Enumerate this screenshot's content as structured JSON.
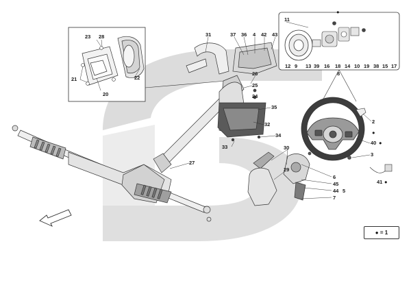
{
  "diagram": {
    "labels": {
      "n2": "2",
      "n3": "3",
      "n4": "4",
      "n5": "5",
      "n6": "6",
      "n7": "7",
      "n8": "8",
      "n9": "9",
      "n10": "10",
      "n11": "11",
      "n12": "12",
      "n13": "13",
      "n14": "14",
      "n15": "15",
      "n16": "16",
      "n17": "17",
      "n18": "18",
      "n19": "19",
      "n20": "20",
      "n21": "21",
      "n22": "22",
      "n23": "23",
      "n24": "24",
      "n25": "25",
      "n26": "26",
      "n27": "27",
      "n28": "28",
      "n29": "29",
      "n30": "30",
      "n31": "31",
      "n32": "32",
      "n33": "33",
      "n34": "34",
      "n35": "35",
      "n36": "36",
      "n37": "37",
      "n38": "38",
      "n39": "39",
      "n40": "40",
      "n41": "41",
      "n42": "42",
      "n43": "43",
      "n44": "44",
      "n45": "45"
    },
    "legend": "● = 1",
    "colors": {
      "line": "#2a2a2a",
      "watermark": "#d9d9d9",
      "part": "#e9e9e9",
      "dark": "#4a4a4a"
    },
    "icons": {
      "arrow": "direction-arrow-icon"
    }
  }
}
